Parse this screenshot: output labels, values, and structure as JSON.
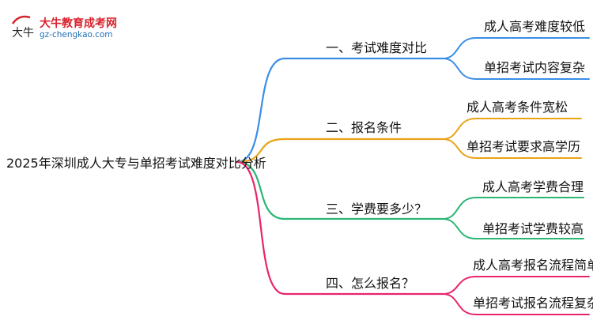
{
  "logo": {
    "title": "大牛教育成考网",
    "url": "gz-chengkao.com",
    "mark_chars": "大牛"
  },
  "root": {
    "label": "2025年深圳成人大专与单招考试难度对比分析"
  },
  "branches": [
    {
      "label": "一、考试难度对比",
      "color": "#3a8ee6",
      "leaves": [
        "成人高考难度较低",
        "单招考试内容复杂"
      ]
    },
    {
      "label": "二、报名条件",
      "color": "#e8a317",
      "leaves": [
        "成人高考条件宽松",
        "单招考试要求高学历"
      ]
    },
    {
      "label": "三、学费要多少？",
      "color": "#2bb673",
      "leaves": [
        "成人高考学费合理",
        "单招考试学费较高"
      ]
    },
    {
      "label": "四、怎么报名？",
      "color": "#e8246c",
      "leaves": [
        "成人高考报名流程简单",
        "单招考试报名流程复杂"
      ]
    }
  ]
}
